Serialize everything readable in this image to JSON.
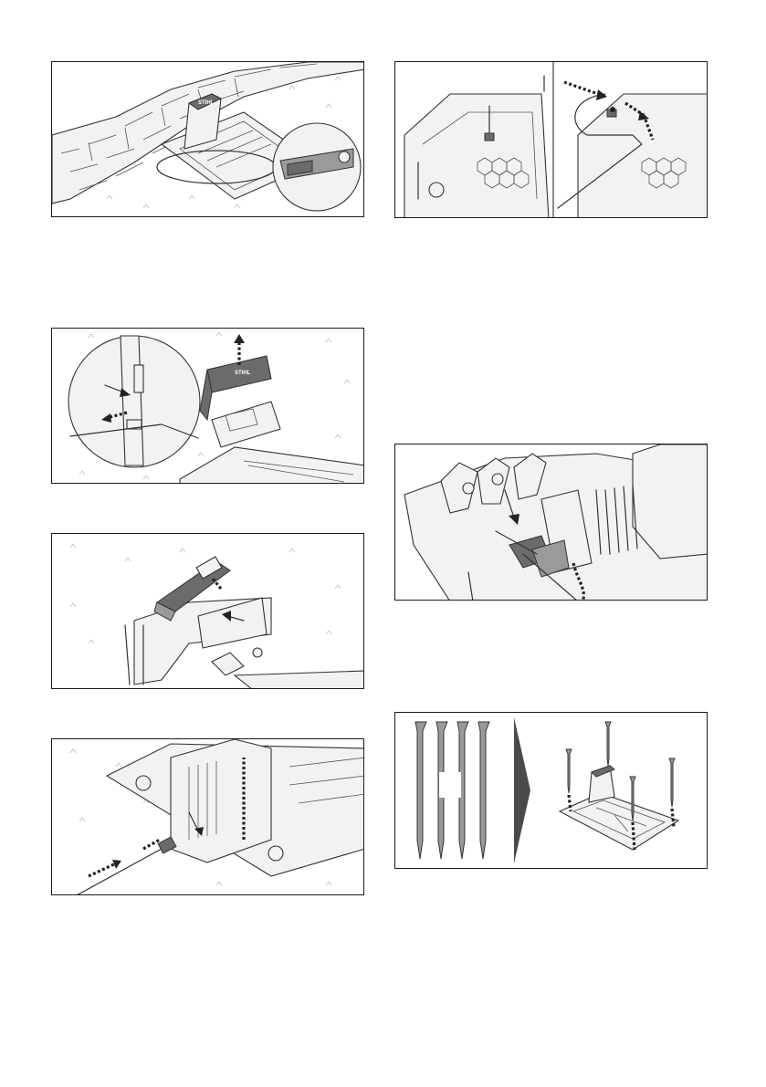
{
  "page": {
    "logo_text": "STIHL"
  },
  "figures": [
    {
      "id": "fig-docking-against-wall",
      "position": "left-1"
    },
    {
      "id": "fig-remove-cover",
      "position": "left-2"
    },
    {
      "id": "fig-open-flap",
      "position": "left-3"
    },
    {
      "id": "fig-insert-cable",
      "position": "left-4"
    },
    {
      "id": "fig-route-wire-base",
      "position": "right-1"
    },
    {
      "id": "fig-clip-wire",
      "position": "right-2"
    },
    {
      "id": "fig-pegs-fix-base",
      "position": "right-3"
    }
  ],
  "icons": {
    "arrow": "bold-dashed-arrow",
    "peg": "ground-peg",
    "chevron": "big-chevron-right"
  }
}
